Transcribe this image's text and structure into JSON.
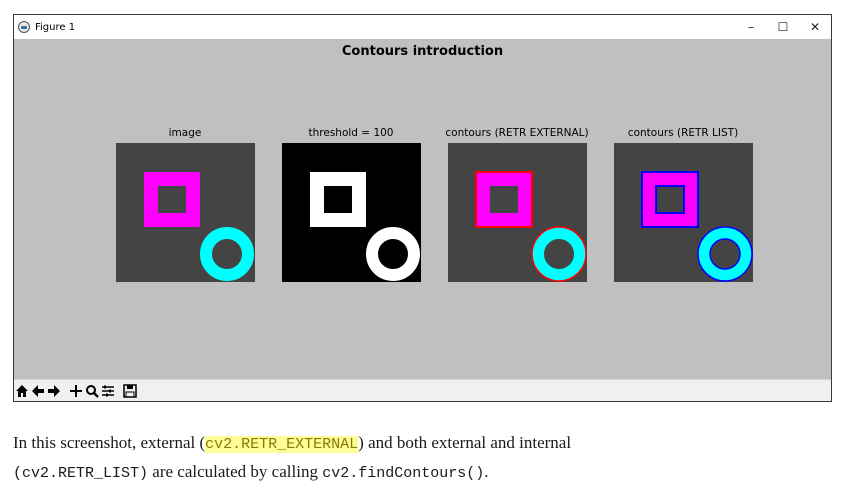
{
  "window": {
    "title": "Figure 1",
    "controls": {
      "minimize": "–",
      "maximize": "☐",
      "close": "✕"
    }
  },
  "figure": {
    "suptitle": "Contours introduction",
    "panels": [
      {
        "title": "image"
      },
      {
        "title": "threshold = 100"
      },
      {
        "title": "contours (RETR EXTERNAL)"
      },
      {
        "title": "contours (RETR LIST)"
      }
    ],
    "colors": {
      "background": "#444444",
      "magenta": "#ff00ff",
      "cyan": "#00ffff",
      "black": "#000000",
      "white": "#ffffff",
      "contour_external": "#ff0000",
      "contour_list": "#0000ff"
    }
  },
  "toolbar": {
    "buttons": [
      "home-icon",
      "back-icon",
      "forward-icon",
      "pan-icon",
      "zoom-icon",
      "configure-icon",
      "save-icon"
    ]
  },
  "caption": {
    "part1": "In this screenshot, external (",
    "code1": "cv2.RETR_EXTERNAL",
    "part2": ") and both external and internal",
    "code2": "(cv2.RETR_LIST)",
    "part3": " are calculated by calling ",
    "code3": "cv2.findContours()",
    "part4": "."
  }
}
